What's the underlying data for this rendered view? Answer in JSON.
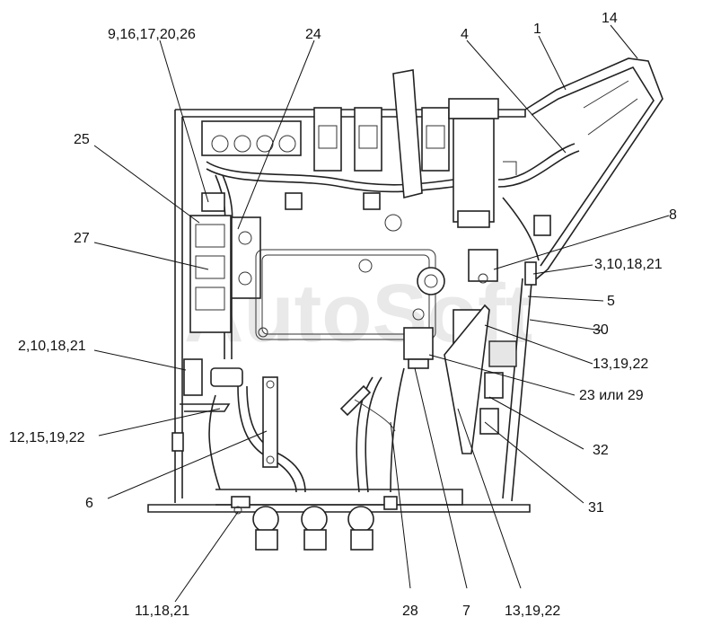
{
  "diagram": {
    "watermark": "AutoSoft",
    "callouts": [
      {
        "id": "c-9-16-17-20-26",
        "text": "9,16,17,20,26"
      },
      {
        "id": "c-24",
        "text": "24"
      },
      {
        "id": "c-4",
        "text": "4"
      },
      {
        "id": "c-1",
        "text": "1"
      },
      {
        "id": "c-14",
        "text": "14"
      },
      {
        "id": "c-25",
        "text": "25"
      },
      {
        "id": "c-27",
        "text": "27"
      },
      {
        "id": "c-8",
        "text": "8"
      },
      {
        "id": "c-3-10-18-21",
        "text": "3,10,18,21"
      },
      {
        "id": "c-5",
        "text": "5"
      },
      {
        "id": "c-30",
        "text": "30"
      },
      {
        "id": "c-2-10-18-21",
        "text": "2,10,18,21"
      },
      {
        "id": "c-13-19-22-a",
        "text": "13,19,22"
      },
      {
        "id": "c-23-29",
        "text": "23 или 29"
      },
      {
        "id": "c-12-15-19-22",
        "text": "12,15,19,22"
      },
      {
        "id": "c-32",
        "text": "32"
      },
      {
        "id": "c-6",
        "text": "6"
      },
      {
        "id": "c-31",
        "text": "31"
      },
      {
        "id": "c-11-18-21",
        "text": "11,18,21"
      },
      {
        "id": "c-28",
        "text": "28"
      },
      {
        "id": "c-7",
        "text": "7"
      },
      {
        "id": "c-13-19-22-b",
        "text": "13,19,22"
      }
    ]
  }
}
